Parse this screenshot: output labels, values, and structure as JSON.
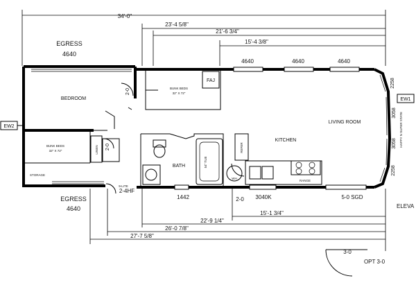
{
  "labels": {
    "bedroom": "BEDROOM",
    "living_room": "LIVING ROOM",
    "kitchen": "KITCHEN",
    "bath": "BATH",
    "tub": "54\" TUB",
    "bunk_beds_top_name": "BUNK BEDS",
    "bunk_beds_top_size": "32\" X 72\"",
    "bunk_beds_left_name": "BUNK BEDS",
    "bunk_beds_left_size": "32\" X 72\"",
    "linen": "LINEN",
    "storage": "STORAGE",
    "faj": "FAJ",
    "refer": "REFER",
    "range": "RANGE",
    "wh": "WH",
    "egress_top": "EGRESS",
    "egress_top_code": "4640",
    "egress_bottom": "EGRESS",
    "egress_bottom_code": "4640",
    "ew1": "EW1",
    "ew2": "EW2",
    "elevation": "ELEVA",
    "opt": "OPT 3-0",
    "side_note": "HAPPY N SUPER STATE",
    "lite": "9-LITE"
  },
  "windows": {
    "top_1": "4640",
    "top_2": "4640",
    "top_3": "4640",
    "right_top": "2258",
    "right_mid_1": "3058",
    "right_mid_2": "3058",
    "right_bottom": "2258",
    "bottom_bath": "1442",
    "bottom_kitchen": "3040K"
  },
  "doors": {
    "bedroom_closet": "2-0",
    "linen_closet": "2-0",
    "entry": "2-4HF",
    "wh_door": "2-0",
    "sliding": "5-0 SGD",
    "opt_door": "3-0"
  },
  "dimensions": {
    "overall_top": "34'-0\"",
    "top_2": "23'-4 5/8\"",
    "top_3": "21'-6 3/4\"",
    "top_4": "15'-4 3/8\"",
    "bottom_1": "15'-1 3/4\"",
    "bottom_2": "22'-9 1/4\"",
    "bottom_3": "26'-0 7/8\"",
    "bottom_4": "27'-7 5/8\""
  }
}
